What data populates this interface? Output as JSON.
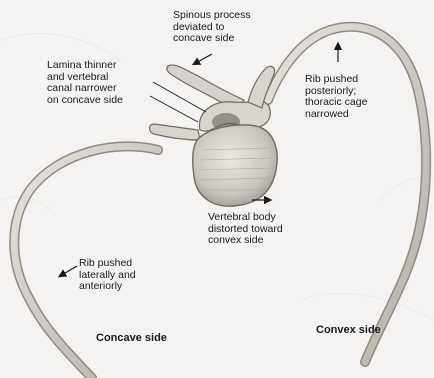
{
  "labels": {
    "spinous": "Spinous process\ndeviated to\nconcave side",
    "lamina": "Lamina thinner\nand vertebral\ncanal narrower\non concave side",
    "rib_posterior": "Rib pushed\nposteriorly;\nthoracic cage\nnarrowed",
    "vertebral_body": "Vertebral body\ndistorted toward\nconvex side",
    "rib_lateral": "Rib pushed\nlaterally and\nanteriorly",
    "concave_side": "Concave side",
    "convex_side": "Convex side"
  },
  "colors": {
    "background": "#f4f3f1",
    "bone": "#d9d6d0",
    "bone_shadow": "#8e8a84",
    "line": "#1a1a1a"
  },
  "icons": [
    "pointer-arrow",
    "leader-line"
  ]
}
